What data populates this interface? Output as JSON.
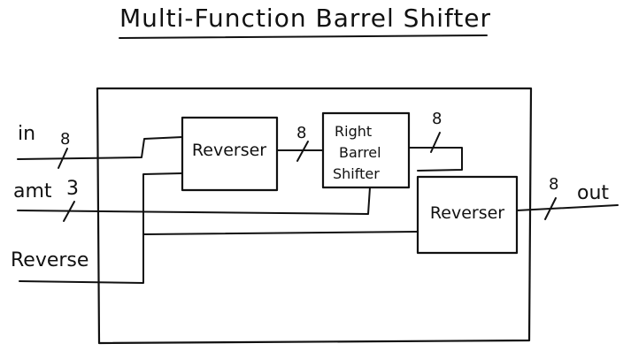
{
  "diagram": {
    "title": "Multi-Function Barrel Shifter",
    "inputs": {
      "in": {
        "label": "in",
        "width": "8"
      },
      "amt": {
        "label": "amt",
        "width": "3"
      },
      "reverse": {
        "label": "Reverse"
      }
    },
    "outputs": {
      "out": {
        "label": "out",
        "width": "8"
      }
    },
    "blocks": {
      "reverser_1": {
        "label": "Reverser"
      },
      "right_barrel_shifter": {
        "line1": "Right",
        "line2": "Barrel",
        "line3": "Shifter"
      },
      "reverser_2": {
        "label": "Reverser"
      }
    },
    "bus_widths": {
      "reverser_to_shifter": "8",
      "shifter_output": "8"
    }
  }
}
